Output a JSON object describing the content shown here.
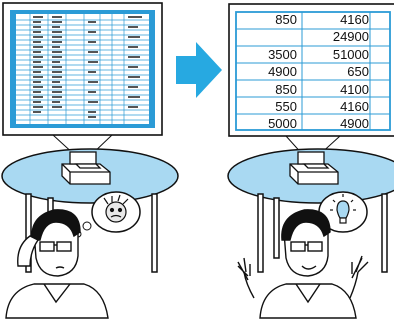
{
  "zoomed_table": {
    "rows": [
      [
        "850",
        "4160"
      ],
      [
        "",
        "24900"
      ],
      [
        "3500",
        "51000"
      ],
      [
        "4900",
        "650"
      ],
      [
        "850",
        "4100"
      ],
      [
        "550",
        "4160"
      ],
      [
        "5000",
        "4900"
      ]
    ]
  },
  "colors": {
    "accent_blue": "#2b9bd6",
    "arrow_blue": "#27a9e1",
    "table_top": "#a9d9f2",
    "screen_border": "#111111"
  },
  "icons": {
    "left_thought": "confused-face-icon",
    "right_thought": "lightbulb-icon",
    "arrow": "right-arrow-icon"
  }
}
